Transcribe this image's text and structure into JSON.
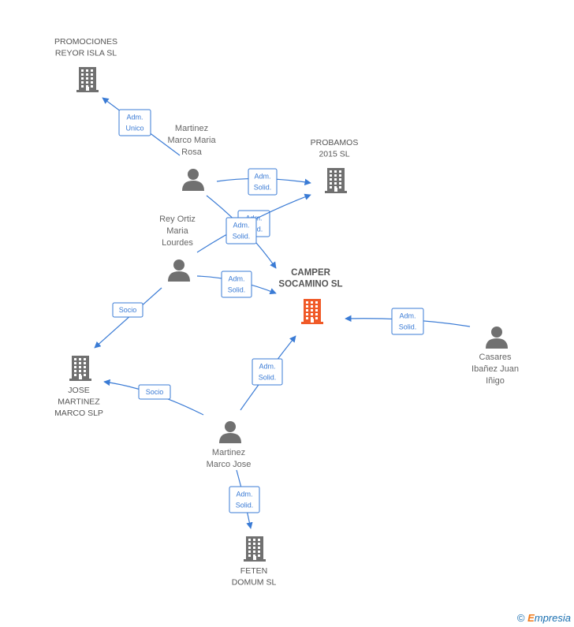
{
  "nodes": {
    "promociones": {
      "type": "company",
      "lines": [
        "PROMOCIONES",
        "REYOR ISLA SL"
      ]
    },
    "probamos": {
      "type": "company",
      "lines": [
        "PROBAMOS",
        "2015  SL"
      ]
    },
    "camper": {
      "type": "focus",
      "lines": [
        "CAMPER",
        "SOCAMINO  SL"
      ]
    },
    "jose_slp": {
      "type": "company",
      "lines": [
        "JOSE",
        "MARTINEZ",
        "MARCO SLP"
      ]
    },
    "feten": {
      "type": "company",
      "lines": [
        "FETEN",
        "DOMUM  SL"
      ]
    },
    "marco_maria": {
      "type": "person",
      "lines": [
        "Martinez",
        "Marco Maria",
        "Rosa"
      ]
    },
    "rey_ortiz": {
      "type": "person",
      "lines": [
        "Rey Ortiz",
        "Maria",
        "Lourdes"
      ]
    },
    "casares": {
      "type": "person",
      "lines": [
        "Casares",
        "Ibañez Juan",
        "Iñigo"
      ]
    },
    "marco_jose": {
      "type": "person",
      "lines": [
        "Martinez",
        "Marco Jose"
      ]
    }
  },
  "edges": [
    {
      "id": "e1",
      "from": "marco_maria",
      "to": "promociones",
      "lines": [
        "Adm.",
        "Unico"
      ]
    },
    {
      "id": "e2",
      "from": "marco_maria",
      "to": "probamos",
      "lines": [
        "Adm.",
        "Solid."
      ]
    },
    {
      "id": "e3",
      "from": "marco_maria",
      "to": "camper",
      "lines": [
        "Adm.",
        "Solid."
      ]
    },
    {
      "id": "e4",
      "from": "rey_ortiz",
      "to": "probamos",
      "lines": [
        "Adm.",
        "Solid."
      ]
    },
    {
      "id": "e5",
      "from": "rey_ortiz",
      "to": "camper",
      "lines": [
        "Adm.",
        "Solid."
      ]
    },
    {
      "id": "e6",
      "from": "rey_ortiz",
      "to": "jose_slp",
      "lines": [
        "Socio"
      ]
    },
    {
      "id": "e7",
      "from": "casares",
      "to": "camper",
      "lines": [
        "Adm.",
        "Solid."
      ]
    },
    {
      "id": "e8",
      "from": "marco_jose",
      "to": "jose_slp",
      "lines": [
        "Socio"
      ]
    },
    {
      "id": "e9",
      "from": "marco_jose",
      "to": "camper",
      "lines": [
        "Adm.",
        "Solid."
      ]
    },
    {
      "id": "e10",
      "from": "marco_jose",
      "to": "feten",
      "lines": [
        "Adm.",
        "Solid."
      ]
    }
  ],
  "colors": {
    "edge": "#3a7bd5",
    "company_icon": "#707070",
    "focus_icon": "#f05a28",
    "person_icon": "#707070"
  },
  "footer": {
    "copyright": "©",
    "brand_first": "E",
    "brand_rest": "mpresia"
  }
}
